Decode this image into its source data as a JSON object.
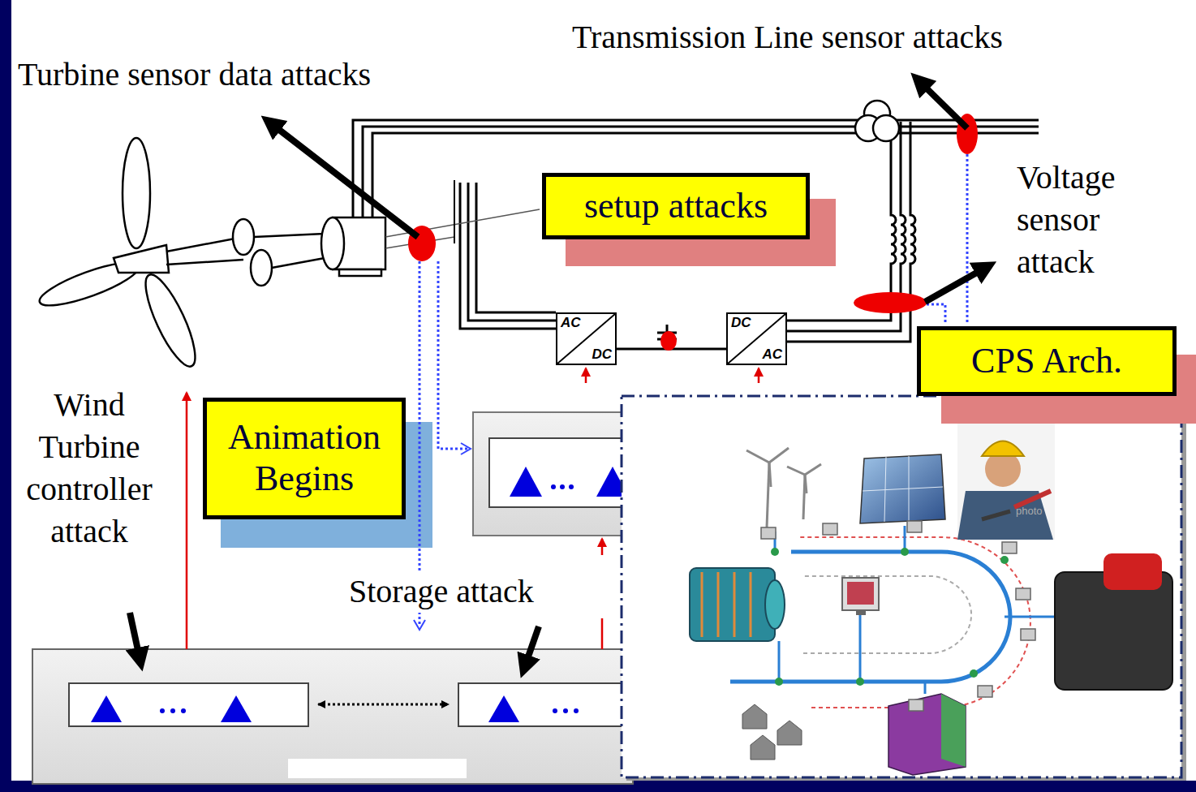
{
  "diagram": {
    "nodes": [
      {
        "text": [
          "setup attacks"
        ]
      },
      {
        "text": [
          "AC",
          "DC"
        ]
      },
      {
        "text": [
          "DC",
          "AC"
        ]
      },
      {
        "text": [
          "CPS Arch."
        ]
      },
      {
        "text": [
          "Animation Begins"
        ]
      }
    ],
    "labels": [
      "Transmission Line sensor attacks",
      "Turbine sensor data attacks",
      "Voltage sensor attack",
      "Wind Turbine controller attack",
      "Storage attack",
      "photo"
    ]
  }
}
